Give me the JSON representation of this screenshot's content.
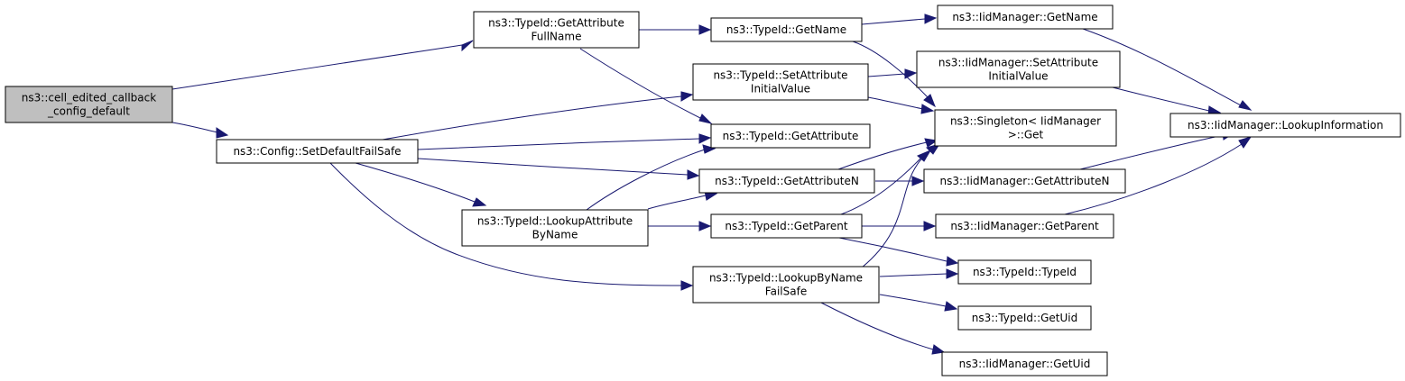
{
  "colors": {
    "edge": "#191970",
    "root_fill": "#bfbfbf",
    "node_fill": "#ffffff",
    "node_border": "#000000"
  },
  "nodes": {
    "n0": {
      "lines": [
        "ns3::cell_edited_callback",
        "_config_default"
      ],
      "root": true
    },
    "n1": {
      "lines": [
        "ns3::TypeId::GetAttribute",
        "FullName"
      ]
    },
    "n2": {
      "lines": [
        "ns3::Config::SetDefaultFailSafe"
      ]
    },
    "n3": {
      "lines": [
        "ns3::TypeId::GetName"
      ]
    },
    "n4": {
      "lines": [
        "ns3::TypeId::GetAttribute"
      ]
    },
    "n5": {
      "lines": [
        "ns3::IidManager::GetName"
      ]
    },
    "n6": {
      "lines": [
        "ns3::Singleton< IidManager",
        " >::Get"
      ]
    },
    "n7": {
      "lines": [
        "ns3::IidManager::LookupInformation"
      ]
    },
    "n8": {
      "lines": [
        "ns3::TypeId::SetAttribute",
        "InitialValue"
      ]
    },
    "n9": {
      "lines": [
        "ns3::IidManager::SetAttribute",
        "InitialValue"
      ]
    },
    "n10": {
      "lines": [
        "ns3::TypeId::GetAttributeN"
      ]
    },
    "n11": {
      "lines": [
        "ns3::IidManager::GetAttributeN"
      ]
    },
    "n12": {
      "lines": [
        "ns3::TypeId::LookupAttribute",
        "ByName"
      ]
    },
    "n13": {
      "lines": [
        "ns3::TypeId::GetParent"
      ]
    },
    "n14": {
      "lines": [
        "ns3::IidManager::GetParent"
      ]
    },
    "n15": {
      "lines": [
        "ns3::TypeId::TypeId"
      ]
    },
    "n16": {
      "lines": [
        "ns3::TypeId::LookupByName",
        "FailSafe"
      ]
    },
    "n17": {
      "lines": [
        "ns3::TypeId::GetUid"
      ]
    },
    "n18": {
      "lines": [
        "ns3::IidManager::GetUid"
      ]
    }
  },
  "edges": [
    [
      "n0",
      "n1"
    ],
    [
      "n0",
      "n2"
    ],
    [
      "n1",
      "n3"
    ],
    [
      "n1",
      "n4"
    ],
    [
      "n3",
      "n5"
    ],
    [
      "n3",
      "n6"
    ],
    [
      "n5",
      "n7"
    ],
    [
      "n2",
      "n8"
    ],
    [
      "n2",
      "n4"
    ],
    [
      "n2",
      "n10"
    ],
    [
      "n2",
      "n12"
    ],
    [
      "n2",
      "n16"
    ],
    [
      "n8",
      "n9"
    ],
    [
      "n8",
      "n6"
    ],
    [
      "n9",
      "n7"
    ],
    [
      "n10",
      "n11"
    ],
    [
      "n10",
      "n6"
    ],
    [
      "n11",
      "n7"
    ],
    [
      "n12",
      "n4"
    ],
    [
      "n12",
      "n10"
    ],
    [
      "n12",
      "n13"
    ],
    [
      "n13",
      "n14"
    ],
    [
      "n13",
      "n6"
    ],
    [
      "n13",
      "n15"
    ],
    [
      "n14",
      "n7"
    ],
    [
      "n16",
      "n15"
    ],
    [
      "n16",
      "n17"
    ],
    [
      "n16",
      "n18"
    ],
    [
      "n16",
      "n6"
    ]
  ]
}
